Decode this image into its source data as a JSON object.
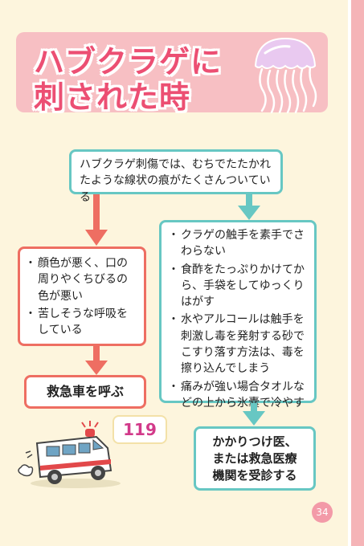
{
  "title": {
    "line1": "ハブクラゲに",
    "line2": "刺された時"
  },
  "top_box": {
    "text": "ハブクラゲ刺傷では、むちでたたかれたような線状の痕がたくさんついている"
  },
  "left_box": {
    "items": [
      "顔色が悪く、口の周りやくちびるの色が悪い",
      "苦しそうな呼吸をしている"
    ]
  },
  "right_box": {
    "items": [
      "クラゲの触手を素手でさわらない",
      "食酢をたっぷりかけてから、手袋をしてゆっくりはがす",
      "水やアルコールは触手を刺激し毒を発射する砂でこすり落す方法は、毒を擦り込んでしまう",
      "痛みが強い場合タオルなどの上から氷嚢で冷やす"
    ]
  },
  "call_box": {
    "label": "救急車を呼ぶ"
  },
  "emergency_number": "119",
  "doctor_box": {
    "line1": "かかりつけ医、",
    "line2": "または救急医療",
    "line3": "機関を受診する"
  },
  "page_number": "34",
  "colors": {
    "background": "#fdf5dd",
    "title_box": "#f7bfc3",
    "title_text": "#ec4f73",
    "teal": "#67c7c3",
    "red": "#ee6e62",
    "side_band": "#f5b4b7"
  },
  "icons": [
    "jellyfish-icon",
    "ambulance-icon"
  ]
}
